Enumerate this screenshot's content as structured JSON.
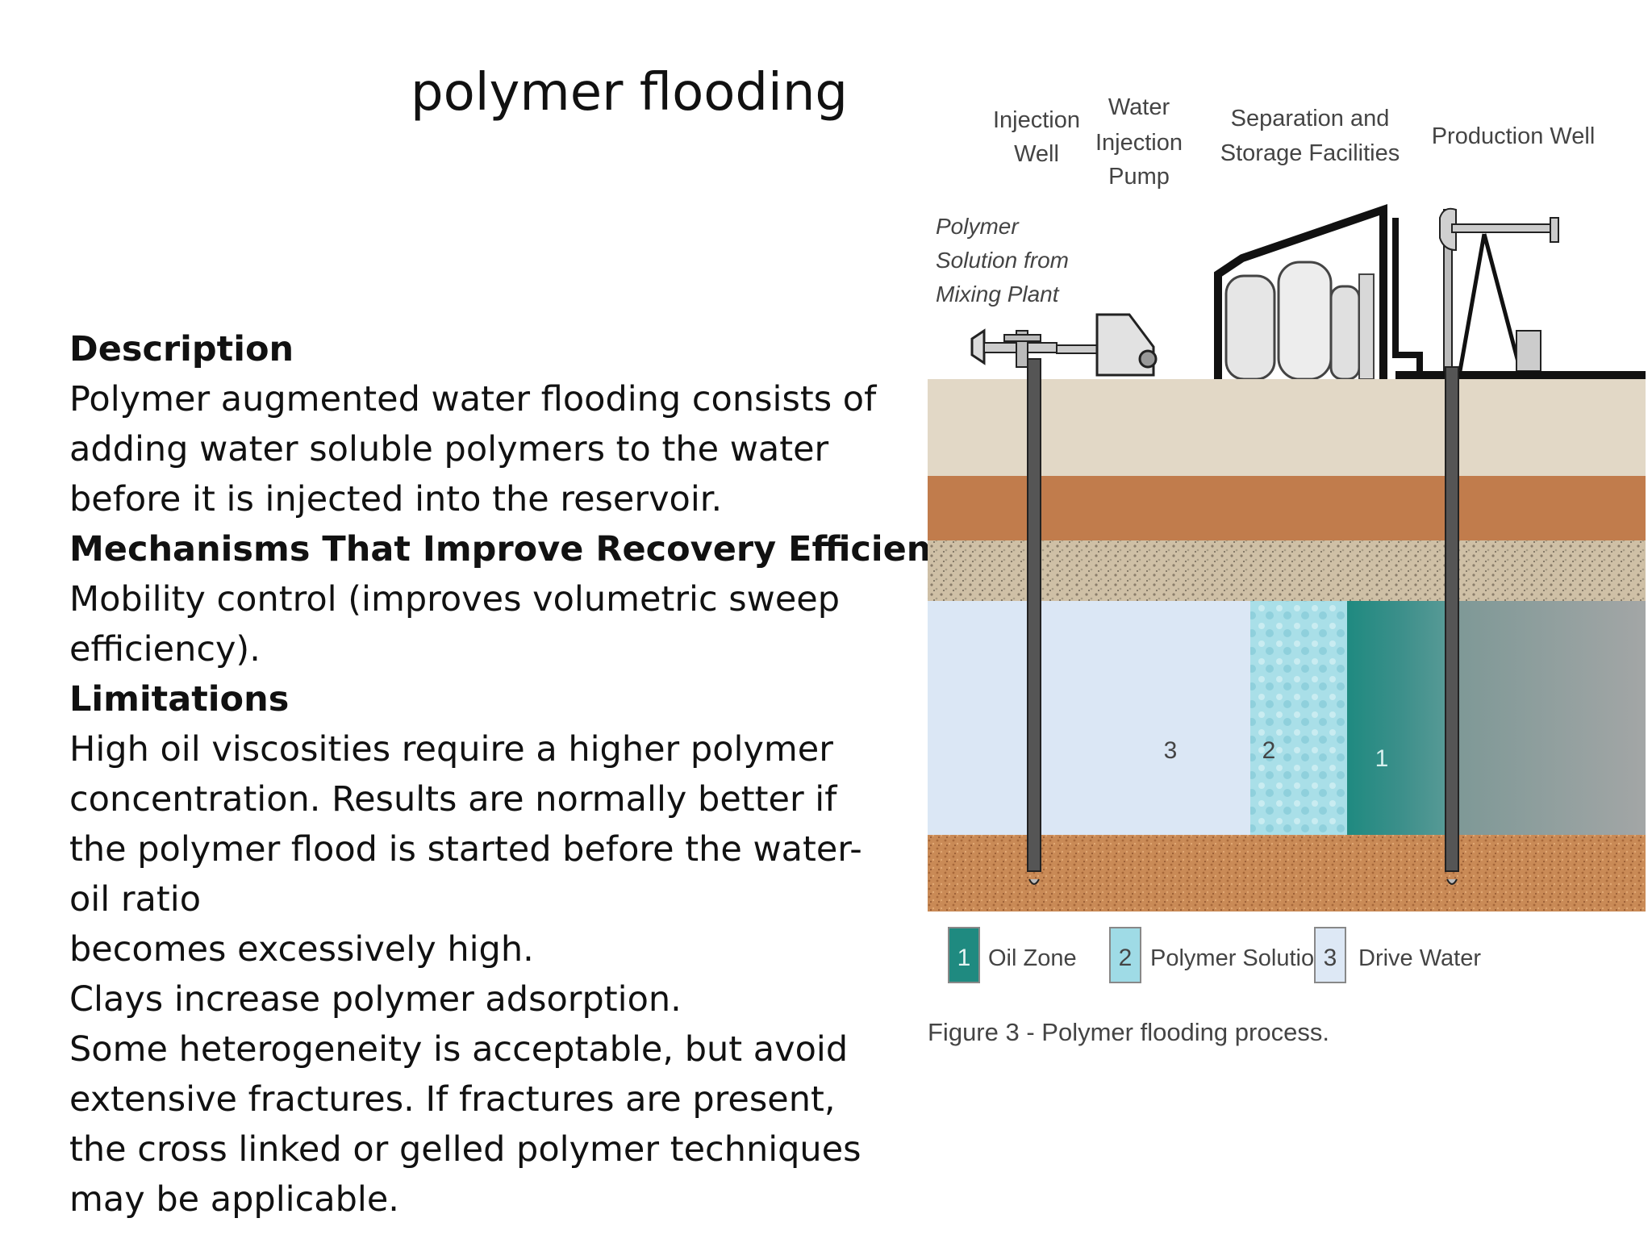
{
  "slide": {
    "title": "polymer flooding"
  },
  "text": {
    "l1": "Description",
    "l2": "Polymer augmented water flooding consists of",
    "l3": "adding water soluble polymers to the water",
    "l4": "before it is injected into the reservoir.",
    "l5": "Mechanisms That Improve Recovery Efficiency",
    "l6": "Mobility control (improves volumetric sweep",
    "l7": "efficiency).",
    "l8": "Limitations",
    "l9": "High oil viscosities require a higher polymer",
    "l10": "concentration. Results are normally better if",
    "l11": "the polymer flood is started before the water-",
    "l12": "oil ratio",
    "l13": "becomes excessively high.",
    "l14": "Clays increase polymer adsorption.",
    "l15": "Some heterogeneity is acceptable, but avoid",
    "l16": "extensive fractures. If fractures are present,",
    "l17": "the cross linked or gelled polymer techniques",
    "l18": "may be applicable."
  },
  "figure": {
    "label_injection_well_1": "Injection",
    "label_injection_well_2": "Well",
    "label_pump_1": "Water",
    "label_pump_2": "Injection",
    "label_pump_3": "Pump",
    "label_separation_1": "Separation and",
    "label_separation_2": "Storage Facilities",
    "label_production": "Production Well",
    "label_polymer_1": "Polymer",
    "label_polymer_2": "Solution from",
    "label_polymer_3": "Mixing Plant",
    "zone_3": "3",
    "zone_2": "2",
    "zone_1": "1",
    "legend": [
      {
        "num": "1",
        "label": "Oil Zone",
        "color": "#1f8a80"
      },
      {
        "num": "2",
        "label": "Polymer Solution",
        "color": "#9fdbe6"
      },
      {
        "num": "3",
        "label": "Drive Water",
        "color": "#dde8f5"
      }
    ],
    "caption": "Figure 3 - Polymer flooding process."
  }
}
